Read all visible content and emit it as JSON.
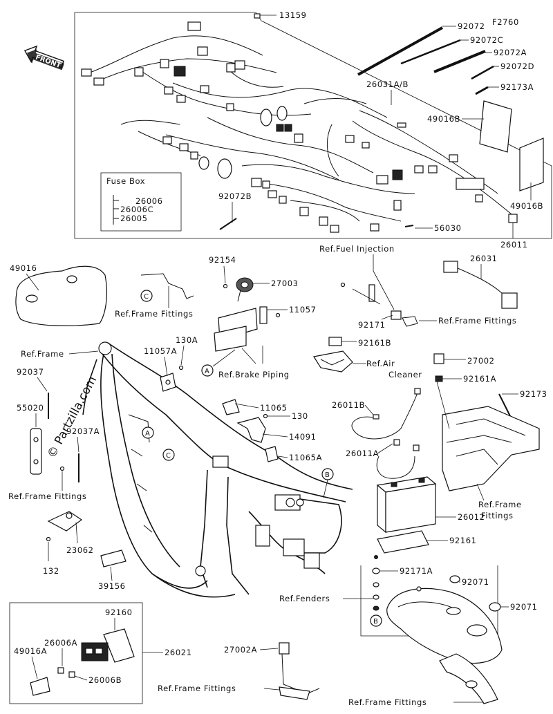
{
  "diagram_code": "F2760",
  "front_arrow": "FRONT",
  "watermark": "© Partzilla.com",
  "fuse_box": {
    "title": "Fuse Box",
    "items": [
      "26006",
      "26006C",
      "26005"
    ]
  },
  "callouts": {
    "c13159": "13159",
    "c92072": "92072",
    "c92072C": "92072C",
    "c92072A": "92072A",
    "c92072D": "92072D",
    "c92173A": "92173A",
    "c26031AB": "26031A/B",
    "c49016B_1": "49016B",
    "c49016B_2": "49016B",
    "c92072B": "92072B",
    "c56030": "56030",
    "c26011": "26011",
    "c49016": "49016",
    "c92154": "92154",
    "c27003": "27003",
    "c11057": "11057",
    "c11057A": "11057A",
    "c130A": "130A",
    "c26031": "26031",
    "c92171": "92171",
    "c92161B": "92161B",
    "c27002": "27002",
    "c92161A": "92161A",
    "c92173": "92173",
    "c92037": "92037",
    "c55020": "55020",
    "c92037A": "92037A",
    "c11065": "11065",
    "c130": "130",
    "c14091": "14091",
    "c11065A": "11065A",
    "c26011B": "26011B",
    "c26011A": "26011A",
    "c26012": "26012",
    "c92161": "92161",
    "c23062": "23062",
    "c132": "132",
    "c39156": "39156",
    "c92171A": "92171A",
    "c92071_1": "92071",
    "c92071_2": "92071",
    "c92160": "92160",
    "c26006A": "26006A",
    "c26021": "26021",
    "c49016A": "49016A",
    "c26006B": "26006B",
    "c27002A": "27002A"
  },
  "refs": {
    "frame_fittings_top": "Ref.Frame Fittings",
    "brake_piping": "Ref.Brake Piping",
    "fuel_injection": "Ref.Fuel Injection",
    "frame_fittings_fi": "Ref.Frame Fittings",
    "air_cleaner_1": "Ref.Air",
    "air_cleaner_2": "Cleaner",
    "frame": "Ref.Frame",
    "frame_fittings_left": "Ref.Frame Fittings",
    "frame_fittings_batt_1": "Ref.Frame",
    "frame_fittings_batt_2": "Fittings",
    "fenders": "Ref.Fenders",
    "frame_fittings_bottom": "Ref.Frame Fittings",
    "frame_fittings_br": "Ref.Frame Fittings"
  },
  "markers": {
    "A": "A",
    "B": "B",
    "C": "C"
  }
}
